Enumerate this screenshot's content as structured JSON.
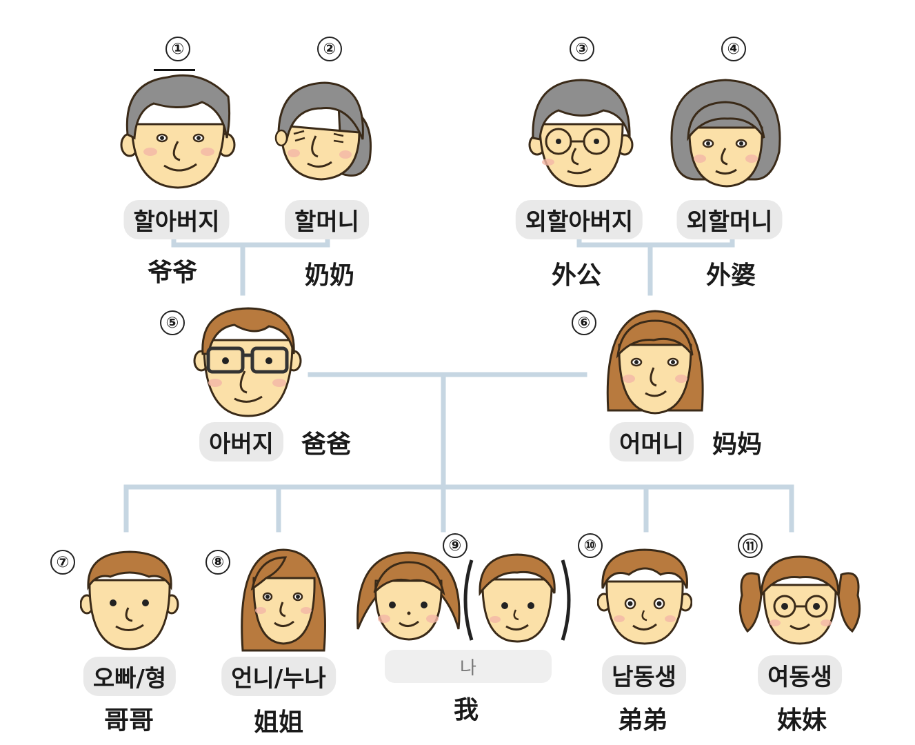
{
  "palette": {
    "line": "#c6d6e2",
    "skin": "#fbe0a8",
    "skin_line": "#3a2a18",
    "hair_gray": "#8e8e8e",
    "hair_brown": "#b87a3e",
    "cheek": "#f4b7a6"
  },
  "members": {
    "grandfather": {
      "num": "①",
      "kr": "할아버지",
      "cn": "爷爷"
    },
    "grandmother": {
      "num": "②",
      "kr": "할머니",
      "cn": "奶奶"
    },
    "maternal_grandfather": {
      "num": "③",
      "kr": "외할아버지",
      "cn": "外公"
    },
    "maternal_grandmother": {
      "num": "④",
      "kr": "외할머니",
      "cn": "外婆"
    },
    "father": {
      "num": "⑤",
      "kr": "아버지",
      "cn": "爸爸"
    },
    "mother": {
      "num": "⑥",
      "kr": "어머니",
      "cn": "妈妈"
    },
    "older_brother": {
      "num": "⑦",
      "kr": "오빠/형",
      "cn": "哥哥"
    },
    "older_sister": {
      "num": "⑧",
      "kr": "언니/누나",
      "cn": "姐姐"
    },
    "me": {
      "num": "⑨",
      "kr": "나",
      "cn": "我"
    },
    "younger_brother": {
      "num": "⑩",
      "kr": "남동생",
      "cn": "弟弟"
    },
    "younger_sister": {
      "num": "⑪",
      "kr": "여동생",
      "cn": "妹妹"
    }
  },
  "icons": {
    "grandfather": "grandfather-face-icon",
    "grandmother": "grandmother-face-icon",
    "maternal_grandfather": "maternal-grandfather-face-icon",
    "maternal_grandmother": "maternal-grandmother-face-icon",
    "father": "father-face-icon",
    "mother": "mother-face-icon",
    "older_brother": "older-brother-face-icon",
    "older_sister": "older-sister-face-icon",
    "me_girl": "me-girl-face-icon",
    "me_boy": "me-boy-face-icon",
    "younger_brother": "younger-brother-face-icon",
    "younger_sister": "younger-sister-face-icon"
  }
}
